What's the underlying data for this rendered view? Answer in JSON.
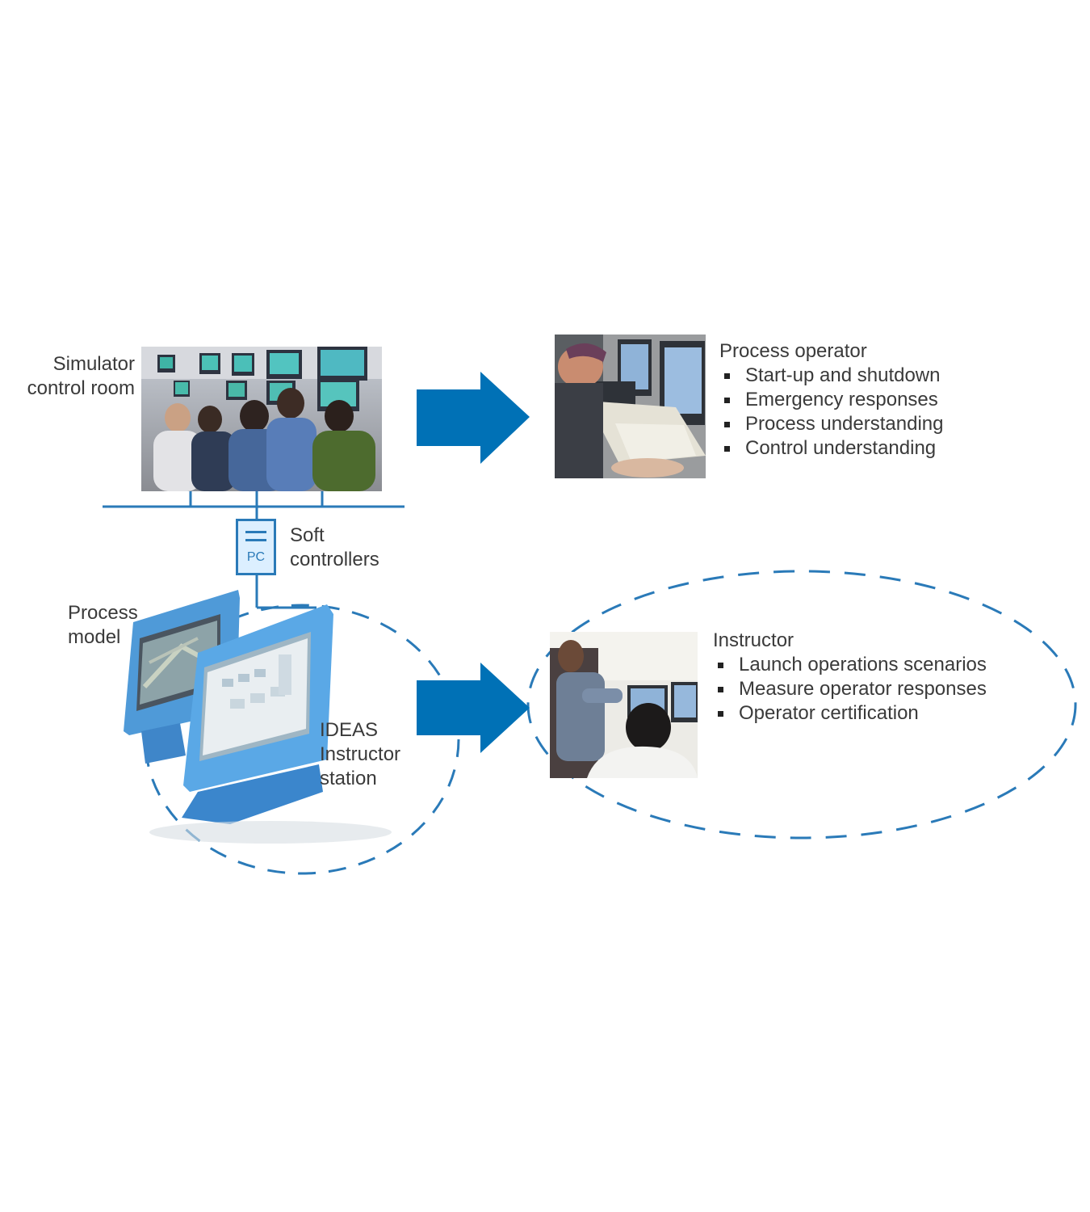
{
  "simulator": {
    "label_line1": "Simulator",
    "label_line2": "control room"
  },
  "soft_controllers": {
    "label_line1": "Soft",
    "label_line2": "controllers",
    "pc_text": "PC"
  },
  "process_model": {
    "label_line1": "Process",
    "label_line2": "model"
  },
  "instructor_station": {
    "label_line1": "IDEAS",
    "label_line2": "Instructor",
    "label_line3": "station"
  },
  "operator": {
    "heading": "Process operator",
    "items": [
      "Start-up and shutdown",
      "Emergency responses",
      "Process understanding",
      "Control understanding"
    ]
  },
  "instructor": {
    "heading": "Instructor",
    "items": [
      "Launch operations scenarios",
      "Measure operator responses",
      "Operator certification"
    ]
  },
  "colors": {
    "accent": "#0071b6",
    "line": "#2a7ab8",
    "pc_fill": "#dcefff"
  }
}
